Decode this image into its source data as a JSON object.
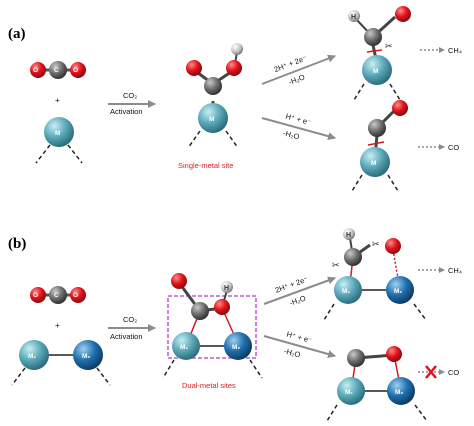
{
  "panels": {
    "a": "(a)",
    "b": "(b)"
  },
  "reactant": {
    "plus": "+",
    "co2_carbon_label": "C"
  },
  "activation": {
    "a": [
      "CO₂",
      "Activation"
    ],
    "b": [
      "CO₂",
      "Activation"
    ]
  },
  "metals": {
    "single": "M",
    "m1": "M₁",
    "m2": "M₂"
  },
  "paths": {
    "a_upper": {
      "top": "2H⁺ + 2e⁻",
      "bottom": "-H₂O",
      "product": "CH₄"
    },
    "a_lower": {
      "top": "H⁺ + e⁻",
      "bottom": "-H₂O",
      "product": "CO"
    },
    "b_upper": {
      "top": "2H⁺ + 2e⁻",
      "bottom": "-H₂O",
      "product": "CH₄"
    },
    "b_lower": {
      "top": "H⁺ + e⁻",
      "bottom": "-H₂O",
      "product": "CO"
    }
  },
  "site_labels": {
    "single": "Single-metal site",
    "dual": "Dual-metal sites"
  },
  "atom_labels": {
    "hydrogen": "H",
    "carbon": "C",
    "oxygen": "O"
  },
  "colors": {
    "oxygen": "#e0121b",
    "carbon": "#6e6e6e",
    "hydrogen": "#c8c8c8",
    "metal_single": "#5aa8b8",
    "metal_m1": "#5aa8b8",
    "metal_m2": "#1f6fae",
    "bond_red": "#d11a1a",
    "arrow_gray": "#8c8c8c",
    "box_magenta": "#b43cc8",
    "site_text": "#e02020"
  }
}
